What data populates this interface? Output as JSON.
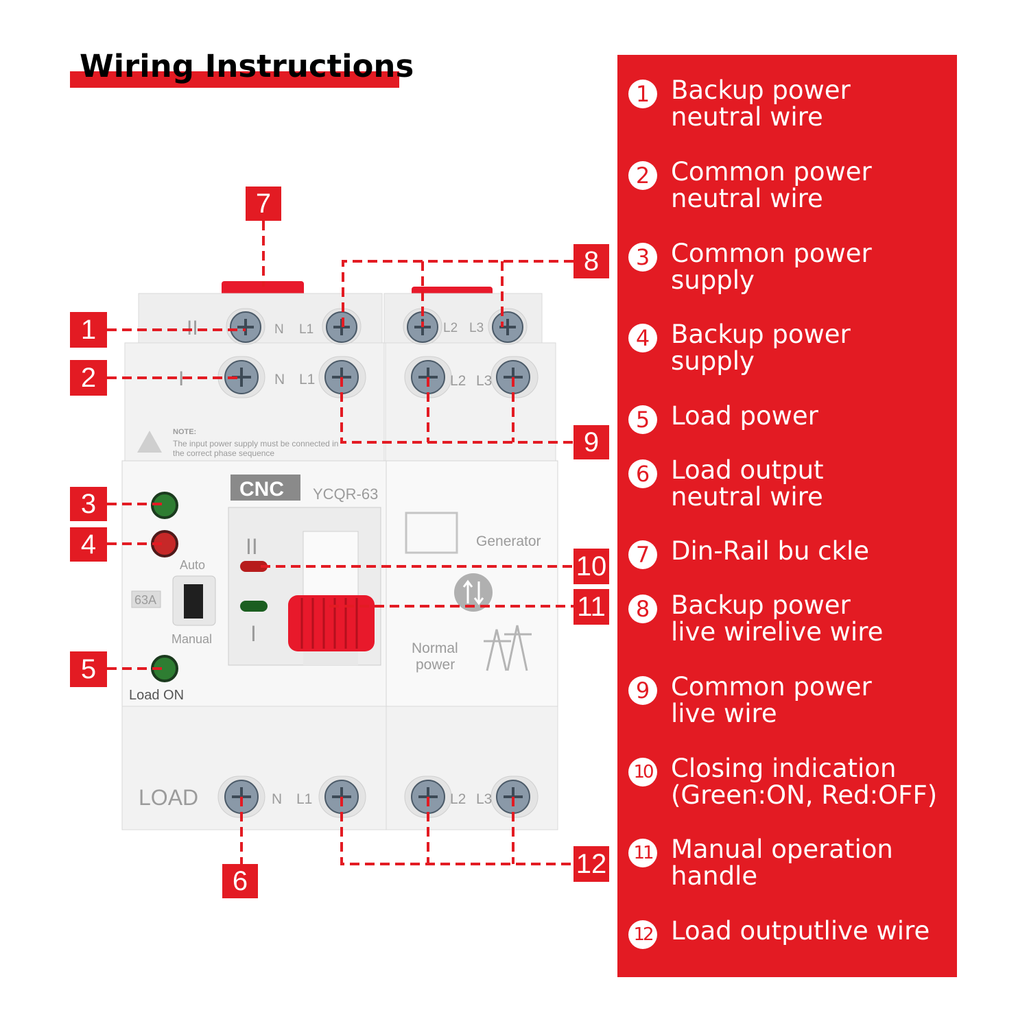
{
  "title": "Wiring Instructions",
  "colors": {
    "accent": "#e31b23",
    "panel_text": "#ffffff"
  },
  "legend": [
    {
      "num": "1",
      "text": "Backup power\nneutral wire"
    },
    {
      "num": "2",
      "text": "Common power\nneutral wire"
    },
    {
      "num": "3",
      "text": "Common power\nsupply"
    },
    {
      "num": "4",
      "text": "Backup power\nsupply"
    },
    {
      "num": "5",
      "text": "Load power"
    },
    {
      "num": "6",
      "text": "Load output\nneutral wire"
    },
    {
      "num": "7",
      "text": "Din-Rail bu ckle"
    },
    {
      "num": "8",
      "text": "Backup power\nlive wirelive wire"
    },
    {
      "num": "9",
      "text": "Common power\nlive wire"
    },
    {
      "num": "10",
      "text": "Closing indication\n(Green:ON, Red:OFF)"
    },
    {
      "num": "11",
      "text": "Manual operation\nhandle"
    },
    {
      "num": "12",
      "text": "Load outputlive wire"
    }
  ],
  "callouts": [
    "1",
    "2",
    "3",
    "4",
    "5",
    "6",
    "7",
    "8",
    "9",
    "10",
    "11",
    "12"
  ],
  "device": {
    "brand": "CNC",
    "model": "YCQR-63",
    "rating": "63A",
    "mode_auto": "Auto",
    "mode_manual": "Manual",
    "load_on": "Load ON",
    "load": "LOAD",
    "generator": "Generator",
    "normal_power": "Normal\npower",
    "note_title": "NOTE:",
    "note_line1": "The input power supply must be connected in",
    "note_line2": "the correct phase sequence",
    "terminals": {
      "n": "N",
      "l1": "L1",
      "l2": "L2",
      "l3": "L3"
    },
    "pos_ii": "II",
    "pos_i": "I"
  }
}
